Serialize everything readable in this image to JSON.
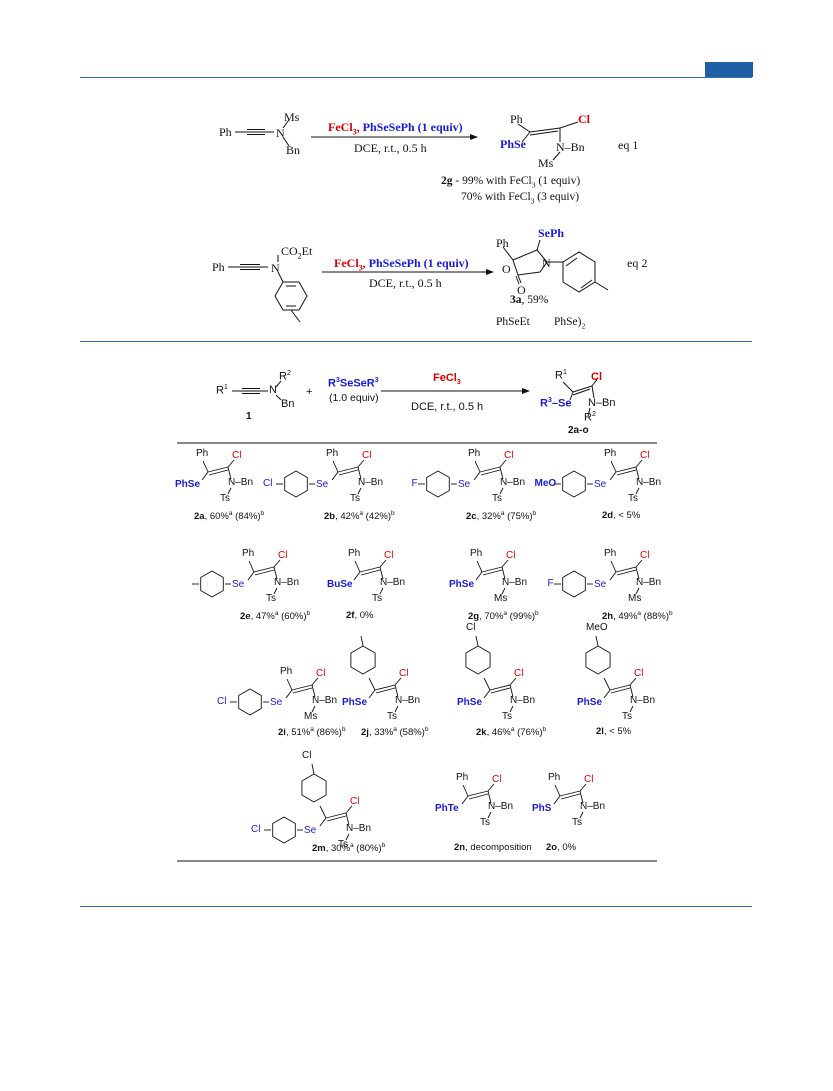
{
  "eq1": {
    "reagent_red": "FeCl3",
    "reagent_blue": "PhSeSePh (1 equiv)",
    "conditions": "DCE, r.t., 0.5 h",
    "label": "eq 1",
    "sm": {
      "ph": "Ph",
      "ms": "Ms",
      "n": "N",
      "bn": "Bn"
    },
    "product": {
      "ph": "Ph",
      "cl": "Cl",
      "phse": "PhSe",
      "n": "N",
      "bn": "Bn",
      "ms": "Ms"
    },
    "result_line1_bold": "2g",
    "result_line1": " - 99% with FeCl",
    "result_line1_tail": " (1 equiv)",
    "result_line2": "70% with FeCl",
    "result_line2_tail": " (3 equiv)"
  },
  "eq2": {
    "reagent_red": "FeCl3",
    "reagent_blue": "PhSeSePh (1 equiv)",
    "conditions": "DCE, r.t., 0.5 h",
    "label": "eq 2",
    "sm": {
      "ph": "Ph",
      "co2et": "CO2Et",
      "n": "N"
    },
    "product": {
      "ph": "Ph",
      "seph": "SePh",
      "o": "O",
      "n": "N",
      "o2": "O"
    },
    "result_bold": "3a",
    "result": ", 59%",
    "side1": "PhSeEt",
    "side2": "PhSe)2"
  },
  "scheme": {
    "r1": "R1",
    "r2": "R2",
    "n": "N",
    "bn": "Bn",
    "num1": "1",
    "plus": "+",
    "reagent": "R3SeSeR3",
    "reagent_amt": "(1.0 equiv)",
    "catalyst": "FeCl3",
    "conditions": "DCE, r.t., 0.5 h",
    "product_label": "2a-o",
    "product": {
      "r1": "R1",
      "cl": "Cl",
      "r3se": "R3–Se",
      "n": "N–Bn",
      "r2": "R2"
    }
  },
  "compounds": [
    {
      "id": "2a",
      "text": ", 60%",
      "sup1": "a",
      "text2": " (84%)",
      "sup2": "b",
      "se": "PhSe",
      "ar": "",
      "pg": "Ts",
      "top": "Ph"
    },
    {
      "id": "2b",
      "text": ", 42%",
      "sup1": "a",
      "text2": " (42%)",
      "sup2": "b",
      "se": "Se",
      "ar": "Cl",
      "pg": "Ts",
      "top": "Ph"
    },
    {
      "id": "2c",
      "text": ", 32%",
      "sup1": "a",
      "text2": " (75%)",
      "sup2": "b",
      "se": "Se",
      "ar": "F",
      "pg": "Ts",
      "top": "Ph"
    },
    {
      "id": "2d",
      "text": ", < 5%",
      "sup1": "",
      "text2": "",
      "sup2": "",
      "se": "Se",
      "ar": "MeO",
      "pg": "Ts",
      "top": "Ph"
    },
    {
      "id": "2e",
      "text": ", 47%",
      "sup1": "a",
      "text2": " (60%)",
      "sup2": "b",
      "se": "Se",
      "ar": "",
      "pg": "Ts",
      "top": "Ph"
    },
    {
      "id": "2f",
      "text": ", 0%",
      "sup1": "",
      "text2": "",
      "sup2": "",
      "se": "BuSe",
      "ar": "",
      "pg": "Ts",
      "top": "Ph"
    },
    {
      "id": "2g",
      "text": ", 70%",
      "sup1": "a",
      "text2": " (99%)",
      "sup2": "b",
      "se": "PhSe",
      "ar": "",
      "pg": "Ms",
      "top": "Ph"
    },
    {
      "id": "2h",
      "text": ", 49%",
      "sup1": "a",
      "text2": " (88%)",
      "sup2": "b",
      "se": "Se",
      "ar": "F",
      "pg": "Ms",
      "top": "Ph"
    },
    {
      "id": "2i",
      "text": ", 51%",
      "sup1": "a",
      "text2": " (86%)",
      "sup2": "b",
      "se": "Se",
      "ar": "Cl",
      "pg": "Ms",
      "top": "Ph"
    },
    {
      "id": "2j",
      "text": ", 33%",
      "sup1": "a",
      "text2": " (58%)",
      "sup2": "b",
      "se": "PhSe",
      "ar": "",
      "pg": "Ts",
      "top": ""
    },
    {
      "id": "2k",
      "text": ", 46%",
      "sup1": "a",
      "text2": " (76%)",
      "sup2": "b",
      "se": "PhSe",
      "ar": "Cl",
      "pg": "Ts",
      "top": ""
    },
    {
      "id": "2l",
      "text": ", < 5%",
      "sup1": "",
      "text2": "",
      "sup2": "",
      "se": "PhSe",
      "ar": "MeO",
      "pg": "Ts",
      "top": ""
    },
    {
      "id": "2m",
      "text": ", 30%",
      "sup1": "a",
      "text2": " (80%)",
      "sup2": "b",
      "se": "Se",
      "ar": "Cl",
      "pg": "Ts",
      "top": ""
    },
    {
      "id": "2n",
      "text": ", decomposition",
      "sup1": "",
      "text2": "",
      "sup2": "",
      "se": "PhTe",
      "ar": "",
      "pg": "Ts",
      "top": "Ph"
    },
    {
      "id": "2o",
      "text": ",  0%",
      "sup1": "",
      "text2": "",
      "sup2": "",
      "se": "PhS",
      "ar": "",
      "pg": "Ts",
      "top": "Ph"
    }
  ],
  "common": {
    "cl": "Cl",
    "n": "N",
    "bn": "Bn"
  }
}
